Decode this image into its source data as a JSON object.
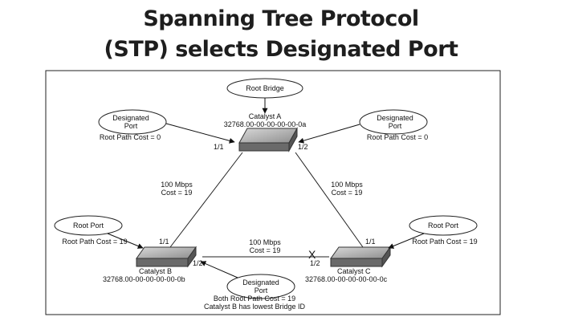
{
  "title": {
    "line1": "Spanning Tree Protocol",
    "line2": "(STP) selects Designated Port"
  },
  "callouts": {
    "root_bridge": "Root Bridge",
    "designated_port_left_line1": "Designated",
    "designated_port_left_line2": "Port",
    "designated_port_right_line1": "Designated",
    "designated_port_right_line2": "Port",
    "root_port_b": "Root Port",
    "root_port_c": "Root Port",
    "designated_port_bottom_line1": "Designated",
    "designated_port_bottom_line2": "Port"
  },
  "switches": {
    "a": {
      "name": "Catalyst A",
      "bridge_id": "32768.00-00-00-00-00-0a"
    },
    "b": {
      "name": "Catalyst B",
      "bridge_id": "32768.00-00-00-00-00-0b"
    },
    "c": {
      "name": "Catalyst C",
      "bridge_id": "32768.00-00-00-00-00-0c"
    }
  },
  "root_path_costs": {
    "a_left": "Root Path Cost = 0",
    "a_right": "Root Path Cost = 0",
    "b": "Root Path Cost = 19",
    "c": "Root Path Cost = 19"
  },
  "ports": {
    "a_p1": "1/1",
    "a_p2": "1/2",
    "b_p1": "1/1",
    "b_p2": "1/2",
    "c_p1": "1/1",
    "c_p2": "1/2"
  },
  "links": {
    "ab": {
      "speed": "100 Mbps",
      "cost": "Cost = 19"
    },
    "ac": {
      "speed": "100 Mbps",
      "cost": "Cost = 19"
    },
    "bc": {
      "speed": "100 Mbps",
      "cost": "Cost = 19"
    }
  },
  "blocked_marker": "X",
  "notes": {
    "line1": "Both Root Path Cost = 19",
    "line2": "Catalyst B has lowest Bridge ID"
  }
}
